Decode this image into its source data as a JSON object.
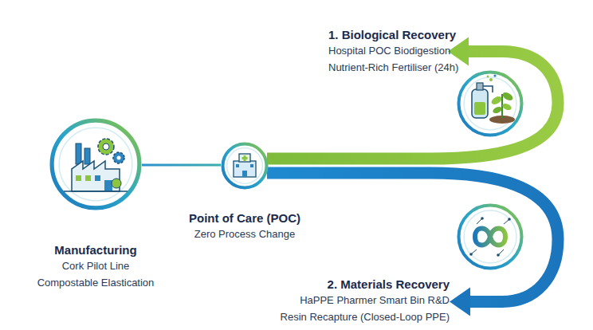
{
  "diagram": {
    "nodes": [
      {
        "text": [
          "Manufacturing",
          "Cork Pilot Line",
          "Compostable Elastication"
        ]
      },
      {
        "text": [
          "Point of Care (POC)",
          "Zero Process Change"
        ]
      },
      {
        "text": [
          "1. Biological Recovery",
          "Hospital POC Biodigestion",
          "Nutrient-Rich Fertiliser (24h)"
        ]
      },
      {
        "text": [
          "2. Materials Recovery",
          "HaPPE Pharmer Smart Bin R&D",
          "Resin Recapture (Closed-Loop PPE)"
        ]
      }
    ],
    "edges": [
      {
        "from": 0,
        "to": 1,
        "arrow": "none"
      },
      {
        "from": 1,
        "to": 2,
        "arrow": "to"
      },
      {
        "from": 1,
        "to": 3,
        "arrow": "to"
      }
    ]
  }
}
